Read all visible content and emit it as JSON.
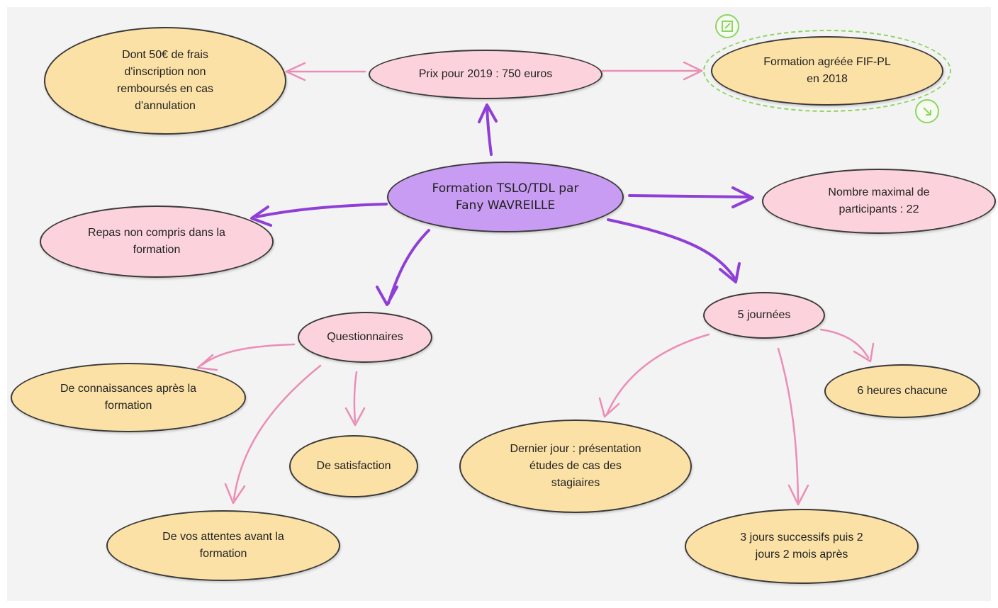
{
  "colors": {
    "purple_arrow": "#8f3fd6",
    "pink_arrow": "#ec8db6",
    "center_fill": "#c89cf2",
    "pink_fill": "#fcd3dc",
    "yellow_fill": "#fbe1a6",
    "selection": "#8ed463"
  },
  "nodes": {
    "center": "Formation TSLO/TDL par\nFany WAVREILLE",
    "prix": "Prix pour 2019 : 750 euros",
    "frais": "Dont 50€ de frais\nd'inscription non\nremboursés en cas\nd'annulation",
    "fifpl": "Formation agréée FIF-PL\nen 2018",
    "nombre": "Nombre maximal de\nparticipants : 22",
    "repas": "Repas non compris dans la\nformation",
    "questionnaires": "Questionnaires",
    "connaissances": "De connaissances après la\nformation",
    "satisfaction": "De satisfaction",
    "attentes": "De vos attentes avant la\nformation",
    "journees": "5 journées",
    "heures": "6 heures chacune",
    "dernier": "Dernier jour : présentation\nétudes de cas des\nstagiaires",
    "successifs": "3 jours successifs puis 2\njours 2 mois après"
  },
  "icons": {
    "edit": "edit-icon",
    "resize": "resize-arrow-icon"
  }
}
